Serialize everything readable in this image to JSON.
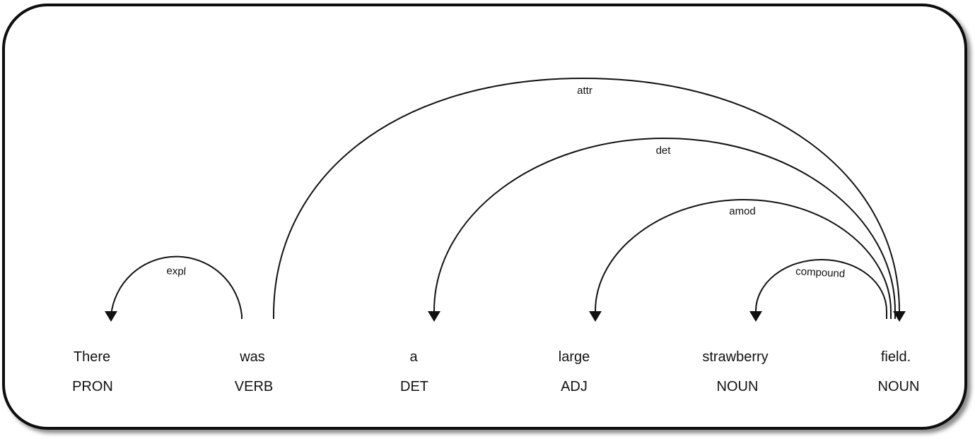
{
  "words": [
    {
      "text": "There",
      "tag": "PRON"
    },
    {
      "text": "was",
      "tag": "VERB"
    },
    {
      "text": "a",
      "tag": "DET"
    },
    {
      "text": "large",
      "tag": "ADJ"
    },
    {
      "text": "strawberry",
      "tag": "NOUN"
    },
    {
      "text": "field.",
      "tag": "NOUN"
    }
  ],
  "arcs": [
    {
      "label": "expl",
      "head": 1,
      "dependent": 0
    },
    {
      "label": "attr",
      "head": 1,
      "dependent": 5
    },
    {
      "label": "det",
      "head": 5,
      "dependent": 2
    },
    {
      "label": "amod",
      "head": 5,
      "dependent": 3
    },
    {
      "label": "compound",
      "head": 5,
      "dependent": 4
    }
  ]
}
